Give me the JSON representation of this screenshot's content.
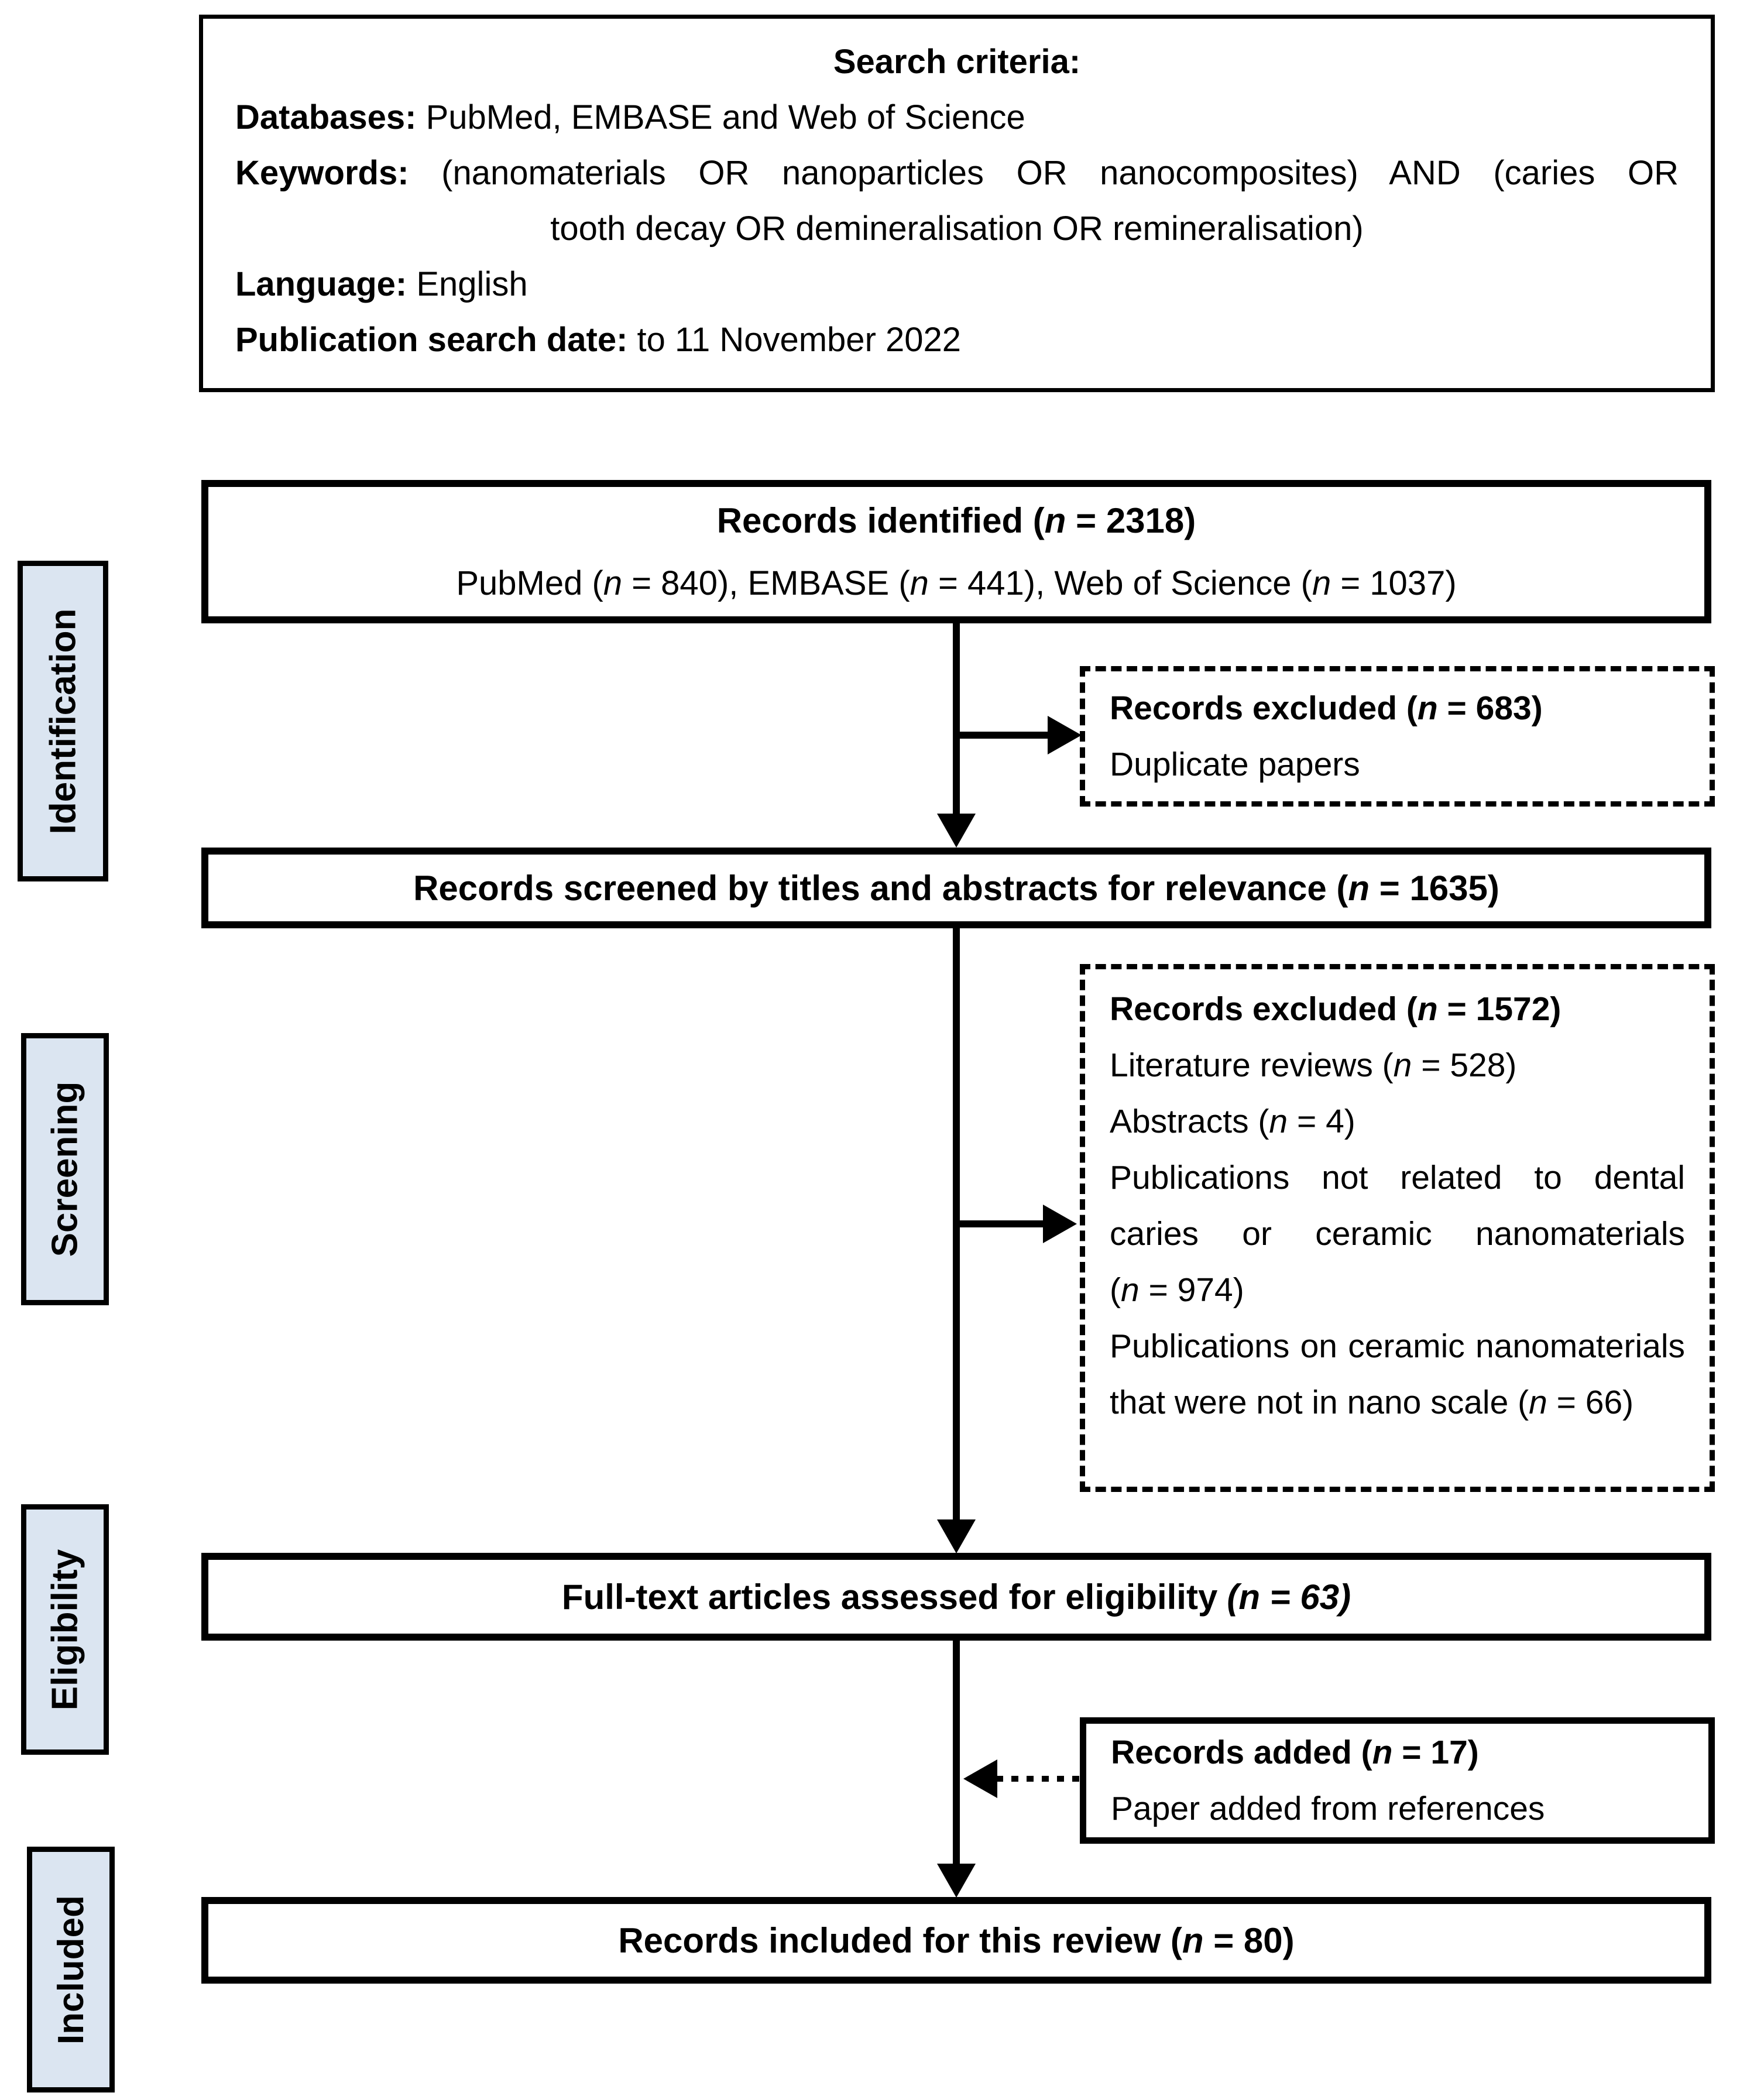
{
  "colors": {
    "stage_fill": "#dbe5f1",
    "line": "#000000"
  },
  "search_criteria": {
    "title": "Search criteria:",
    "databases_label": "Databases:",
    "databases_value": "PubMed, EMBASE and Web of Science",
    "keywords_label": "Keywords:",
    "keywords_line1": "(nanomaterials OR nanoparticles OR nanocomposites) AND (caries OR",
    "keywords_line2": "tooth decay OR demineralisation OR remineralisation)",
    "language_label": "Language:",
    "language_value": "English",
    "pubdate_label": "Publication search date:",
    "pubdate_value": "to 11 November 2022"
  },
  "stages": {
    "identification": "Identification",
    "screening": "Screening",
    "eligibility": "Eligibility",
    "included": "Included"
  },
  "boxes": {
    "identified": {
      "title": "Records identified (n = 2318)",
      "subtitle": "PubMed (n = 840), EMBASE (n = 441), Web of Science (n = 1037)"
    },
    "excluded1": {
      "title": "Records excluded (n = 683)",
      "lines": [
        "Duplicate papers"
      ]
    },
    "screened": {
      "title": "Records screened by titles and abstracts for relevance (n = 1635)"
    },
    "excluded2": {
      "title": "Records excluded (n = 1572)",
      "lines": [
        "Literature reviews (n = 528)",
        "Abstracts (n = 4)",
        "Publications not related to dental caries or ceramic nanomaterials (n = 974)",
        "Publications on ceramic nanomaterials that were not in nano scale (n = 66)"
      ]
    },
    "fulltext": {
      "title_main": "Full-text articles assessed for eligibility",
      "title_stat": "(n = 63)"
    },
    "added": {
      "title": "Records added (n = 17)",
      "lines": [
        "Paper added from references"
      ]
    },
    "included": {
      "title": "Records included for this review (n = 80)"
    }
  }
}
